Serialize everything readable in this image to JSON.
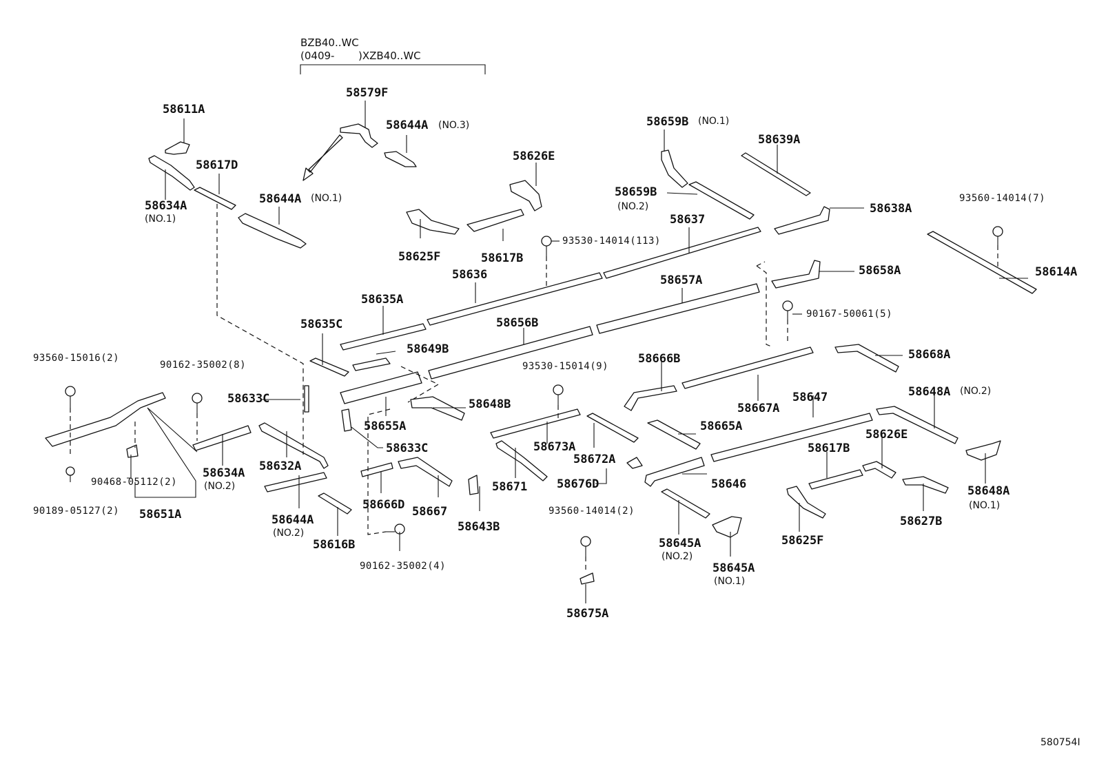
{
  "header": {
    "line1": "BZB40..WC",
    "line2a": "(0409-",
    "line2b": ")XZB40..WC"
  },
  "labels": {
    "p58579F": "58579F",
    "p58644A_no3": "58644A",
    "no3": "(NO.3)",
    "p58611A": "58611A",
    "p58617D": "58617D",
    "p58644A_no1": "58644A",
    "no1_a": "(NO.1)",
    "p58634A_no1": "58634A",
    "no1_b": "(NO.1)",
    "p58626E_top": "58626E",
    "p58625F_top": "58625F",
    "p58617B_top": "58617B",
    "p58659B_no1": "58659B",
    "no1_c": "(NO.1)",
    "p58659B_no2": "58659B",
    "no2_a": "(NO.2)",
    "p58637": "58637",
    "p58639A": "58639A",
    "p58638A": "58638A",
    "f93560_14014_7": "93560-14014(7)",
    "p58614A": "58614A",
    "f93530_14014_113": "93530-14014(113)",
    "p58636": "58636",
    "p58657A": "58657A",
    "p58658A": "58658A",
    "f90167_50061_5": "90167-50061(5)",
    "p58635A": "58635A",
    "p58656B": "58656B",
    "p58635C": "58635C",
    "p58649B": "58649B",
    "f93560_15016_2": "93560-15016(2)",
    "f90162_35002_8": "90162-35002(8)",
    "p58633C_a": "58633C",
    "f93530_15014_9": "93530-15014(9)",
    "p58666B": "58666B",
    "p58668A": "58668A",
    "p58667A": "58667A",
    "p58647": "58647",
    "p58648A_no2": "58648A",
    "no2_b": "(NO.2)",
    "p58648B": "58648B",
    "p58655A": "58655A",
    "p58633C_b": "58633C",
    "p58665A": "58665A",
    "p58617B_mid": "58617B",
    "p58626E_mid": "58626E",
    "p58673A": "58673A",
    "p58672A": "58672A",
    "p58646": "58646",
    "p58634A_no2": "58634A",
    "no2_c": "(NO.2)",
    "p58632A": "58632A",
    "f90468_05112_2": "90468-05112(2)",
    "f90189_05127_2": "90189-05127(2)",
    "p58651A": "58651A",
    "p58671": "58671",
    "p58676D": "58676D",
    "p58648A_no1": "58648A",
    "no1_d": "(NO.1)",
    "p58644A_no2": "58644A",
    "no2_d": "(NO.2)",
    "p58666D": "58666D",
    "p58667": "58667",
    "p58643B": "58643B",
    "p58616B": "58616B",
    "f93560_14014_2": "93560-14014(2)",
    "p58645A_no2": "58645A",
    "no2_e": "(NO.2)",
    "p58625F_bot": "58625F",
    "p58627B": "58627B",
    "f90162_35002_4": "90162-35002(4)",
    "p58645A_no1": "58645A",
    "no1_e": "(NO.1)",
    "p58675A": "58675A"
  },
  "footer": {
    "figure_code": "580754I"
  }
}
